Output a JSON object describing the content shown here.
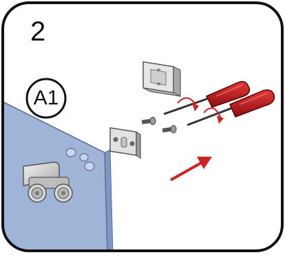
{
  "step": {
    "number": "2"
  },
  "callout": {
    "label": "A1"
  },
  "colors": {
    "frame": "#111111",
    "glass_panel": "#9fb4d6",
    "glass_edge": "#6f87b3",
    "screwdriver_handle": "#c41a1a",
    "arrow": "#d21f1f",
    "metal": "#cfcfcf",
    "metal_dark": "#7d7d7d"
  },
  "parts": {
    "glass_panel": "glass-panel",
    "roller_bracket": "roller-bracket",
    "mounting_plate": "mounting-plate",
    "wall_plate": "wall-plate",
    "screws": 2,
    "screwdrivers": 2
  },
  "icons": {
    "rotate": "rotate-clockwise-arrow-icon",
    "direction": "direction-arrow-icon"
  }
}
